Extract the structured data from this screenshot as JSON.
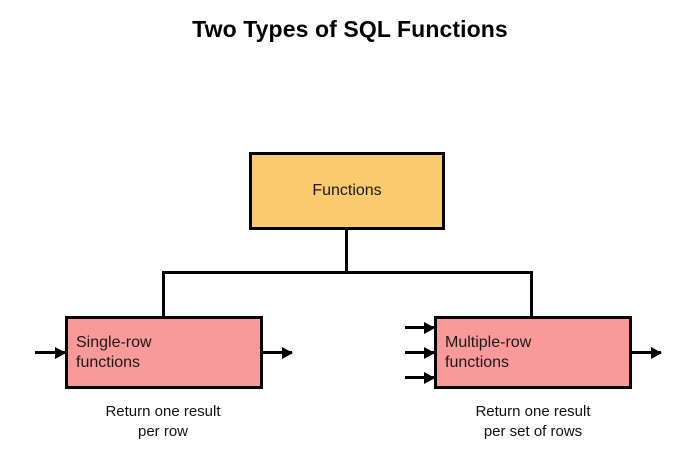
{
  "diagram": {
    "title": "Two Types of SQL Functions",
    "colors": {
      "root_fill": "#fbc96e",
      "leaf_fill": "#fa9999",
      "stroke": "#000000",
      "background": "#ffffff",
      "text": "#000000"
    },
    "root_node": {
      "label": "Functions"
    },
    "branches": [
      {
        "label_line_1": "Single-row",
        "label_line_2": "functions",
        "caption_line_1": "Return one result",
        "caption_line_2": "per row",
        "inputs": 1,
        "outputs": 1
      },
      {
        "label_line_1": "Multiple-row",
        "label_line_2": "functions",
        "caption_line_1": "Return one result",
        "caption_line_2": "per set of rows",
        "inputs": 3,
        "outputs": 1
      }
    ]
  }
}
